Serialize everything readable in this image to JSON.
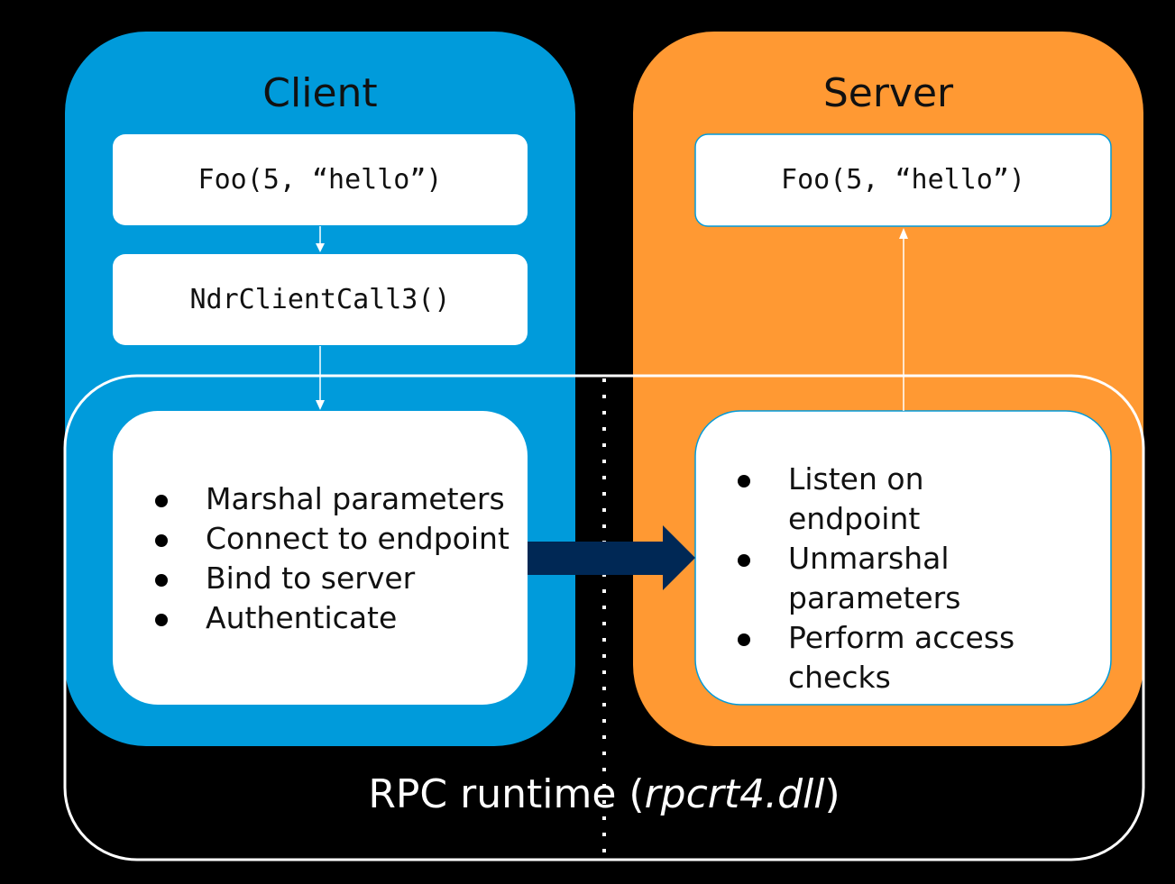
{
  "colors": {
    "client": "#009BDB",
    "server": "#FF9933",
    "arrow": "#002855",
    "outline": "#FFFFFF"
  },
  "client": {
    "title": "Client",
    "call": "Foo(5, “hello”)",
    "stub": "NdrClientCall3()",
    "steps": [
      "Marshal parameters",
      "Connect to endpoint",
      "Bind to server",
      "Authenticate"
    ]
  },
  "server": {
    "title": "Server",
    "call": "Foo(5, “hello”)",
    "steps": [
      "Listen on endpoint",
      "Unmarshal parameters",
      "Perform access checks"
    ]
  },
  "runtime": {
    "label": "RPC runtime (",
    "dll": "rpcrt4.dll",
    "close": ")"
  }
}
